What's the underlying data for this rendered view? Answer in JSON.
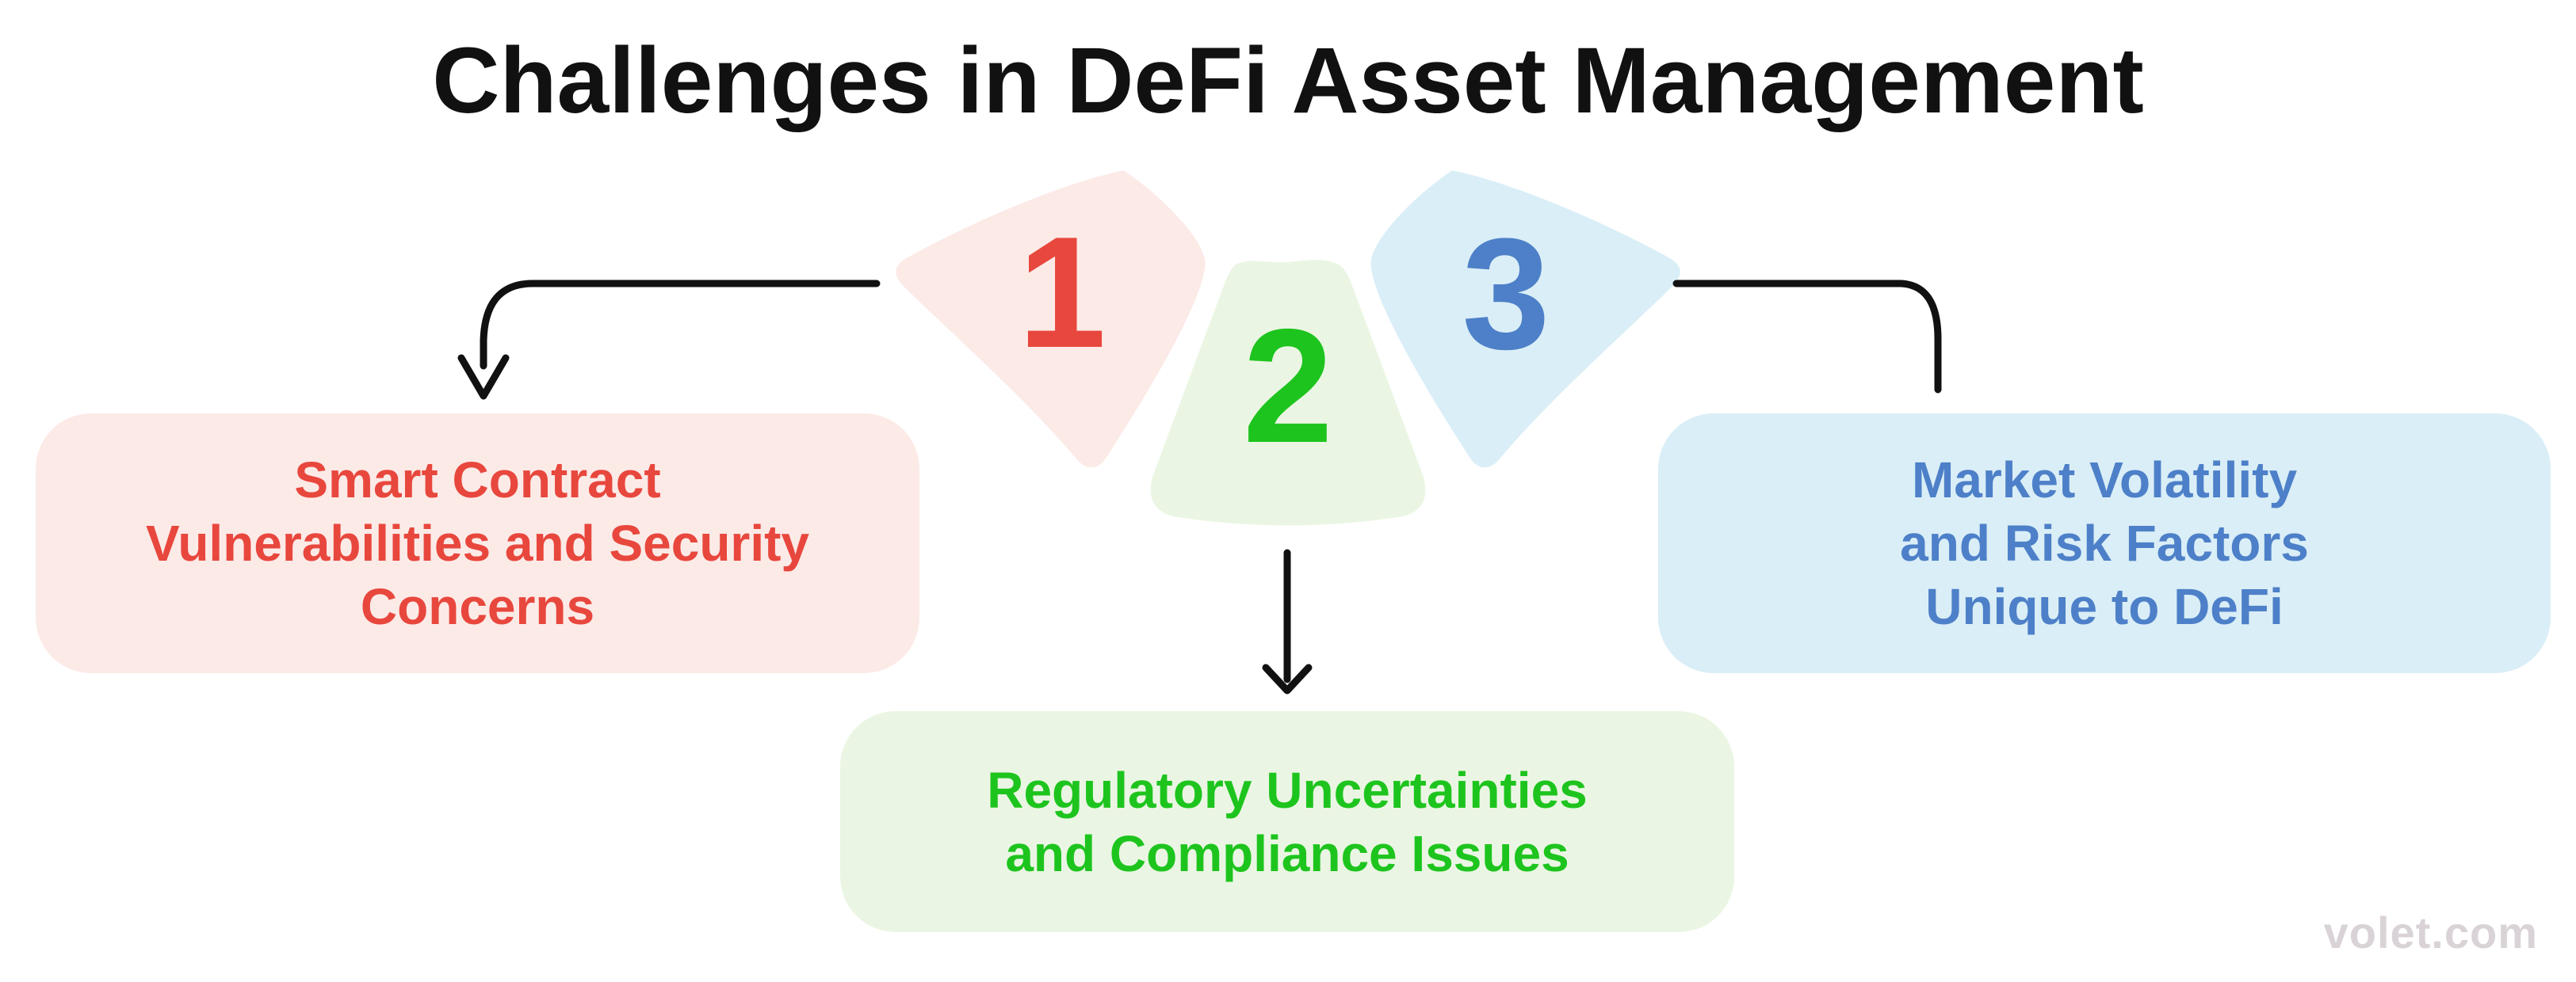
{
  "title": "Challenges in DeFi Asset Management",
  "watermark": "volet.com",
  "colors": {
    "background": "#ffffff",
    "title": "#111111",
    "arrow": "#111111",
    "watermark": "#d9d3d7"
  },
  "items": [
    {
      "number": "1",
      "label": "Smart Contract\nVulnerabilities and Security\nConcerns",
      "accent": "#e8473d",
      "fill": "#fceae7"
    },
    {
      "number": "2",
      "label": "Regulatory Uncertainties\nand Compliance Issues",
      "accent": "#1ec41e",
      "fill": "#eaf6e3"
    },
    {
      "number": "3",
      "label": "Market Volatility\nand Risk Factors\nUnique to DeFi",
      "accent": "#4d80c8",
      "fill": "#daeef7"
    }
  ]
}
